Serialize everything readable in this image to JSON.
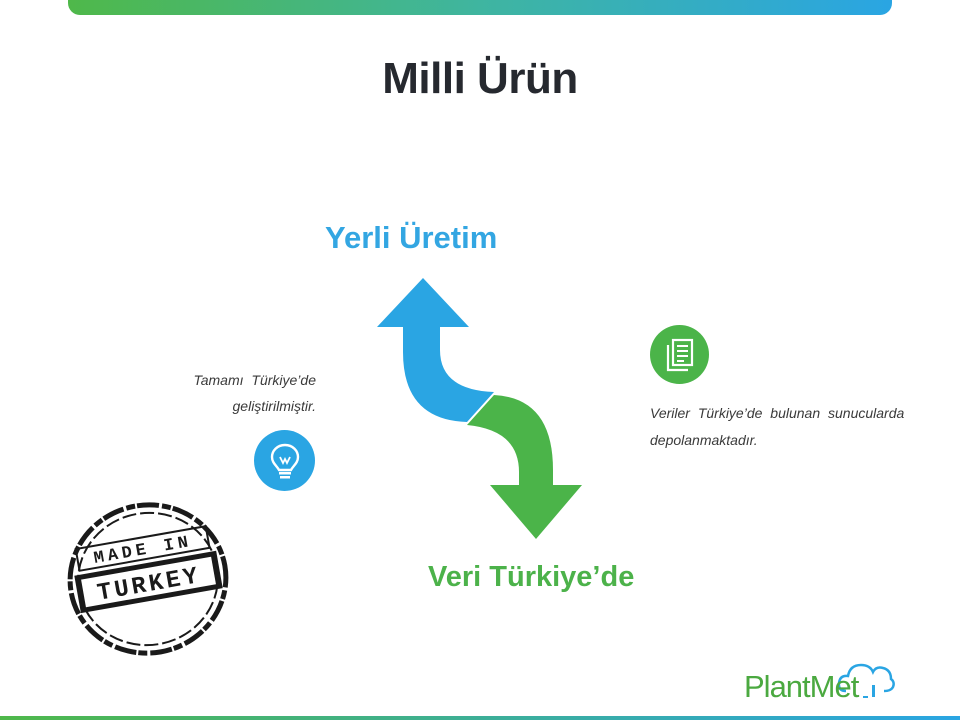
{
  "slide": {
    "title": "Milli Ürün",
    "label_top": "Yerli Üretim",
    "label_bottom": "Veri Türkiye’de",
    "desc_left": "Tamamı Türkiye’de geliştirilmiştir.",
    "desc_right": "Veriler Türkiye’de bulunan sunucularda depolanmaktadır.",
    "stamp_line1": "MADE IN",
    "stamp_line2": "TURKEY",
    "logo_text": "PlantMet"
  },
  "colors": {
    "blue": "#2aa5e3",
    "green": "#4bb449",
    "title": "#26292f"
  },
  "icons": {
    "left": "lightbulb-icon",
    "right": "document-icon"
  }
}
